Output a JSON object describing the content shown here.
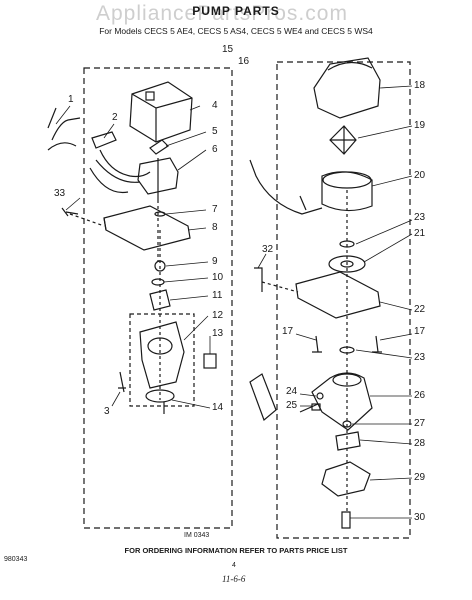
{
  "watermark": "AppliancePartsPros.com",
  "title": "PUMP PARTS",
  "subtitle": "For Models CECS 5 AE4, CECS 5 AS4, CECS 5 WE4 and CECS 5 WS4",
  "callouts": {
    "n1": "1",
    "n2": "2",
    "n3": "3",
    "n4": "4",
    "n5": "5",
    "n6": "6",
    "n7": "7",
    "n8": "8",
    "n9": "9",
    "n10": "10",
    "n11": "11",
    "n12": "12",
    "n13": "13",
    "n14": "14",
    "n15": "15",
    "n16": "16",
    "n17a": "17",
    "n17b": "17",
    "n18": "18",
    "n19": "19",
    "n20": "20",
    "n21": "21",
    "n22": "22",
    "n23a": "23",
    "n23b": "23",
    "n24": "24",
    "n25": "25",
    "n26": "26",
    "n27": "27",
    "n28": "28",
    "n29": "29",
    "n30": "30",
    "n32": "32",
    "n33": "33"
  },
  "figure_code": "IM 0343",
  "footer": "FOR ORDERING INFORMATION REFER TO PARTS PRICE LIST",
  "corner_code": "980343",
  "page_number": "4",
  "date_note": "11-6-6"
}
